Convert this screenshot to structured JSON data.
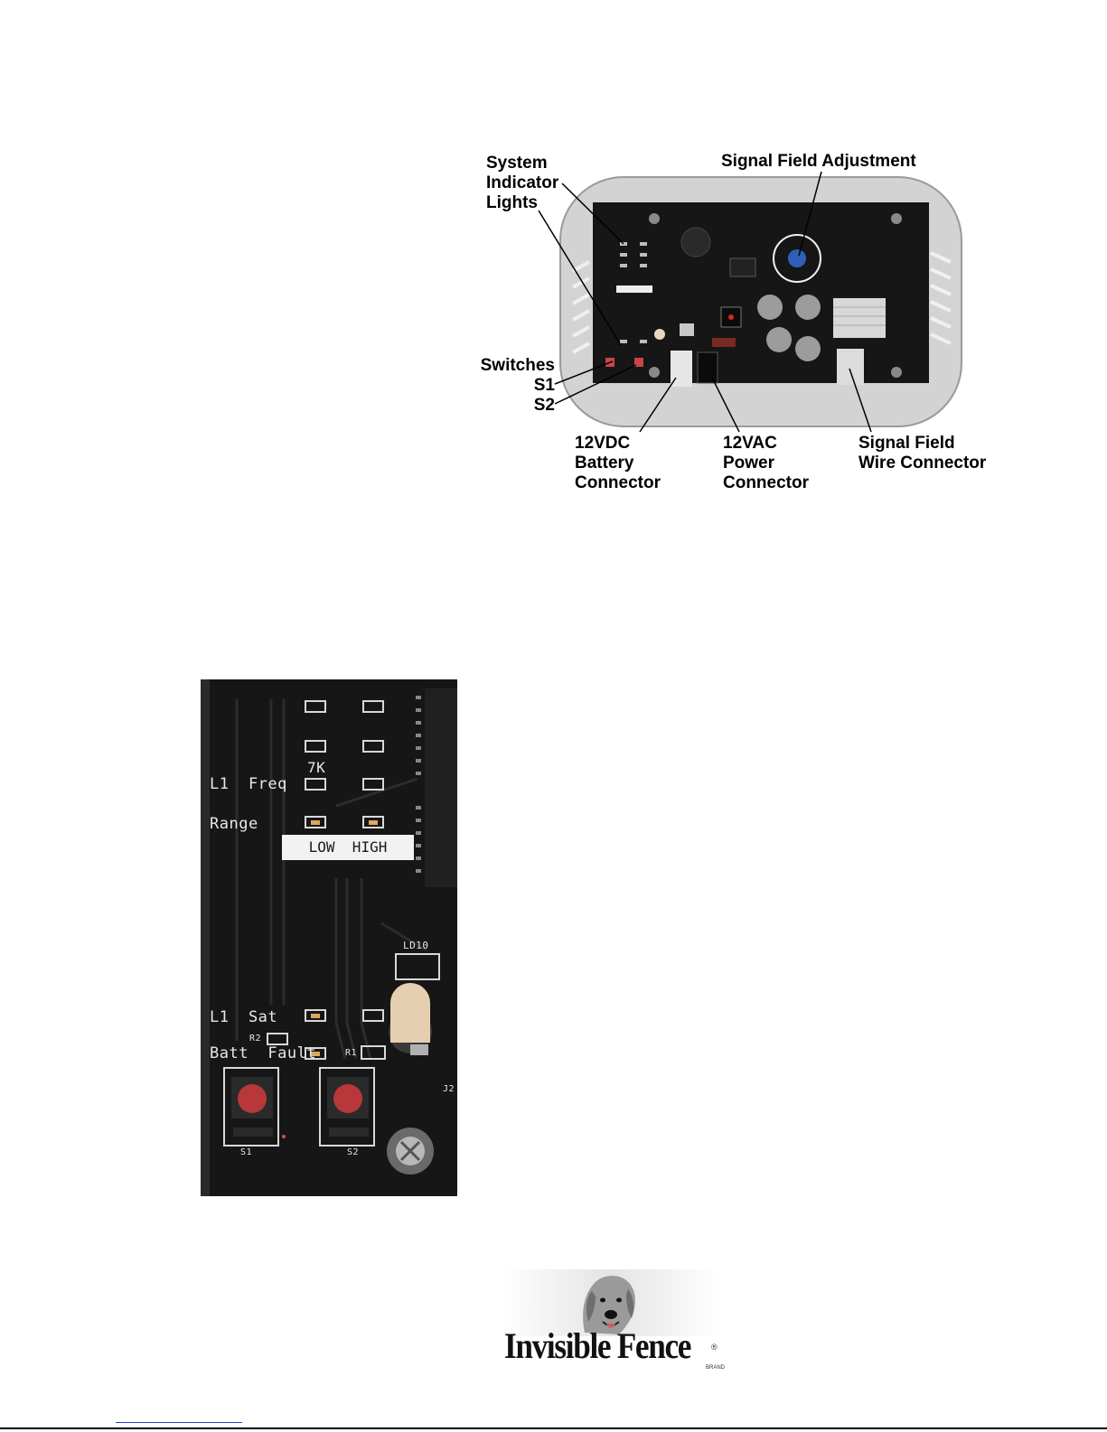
{
  "top_figure": {
    "callouts": {
      "system_indicator_lights": [
        "System",
        "Indicator",
        "Lights"
      ],
      "signal_field_adjustment": "Signal Field Adjustment",
      "switches": [
        "Switches",
        "S1",
        "S2"
      ],
      "battery_connector": [
        "12VDC",
        "Battery",
        "Connector"
      ],
      "power_connector": [
        "12VAC",
        "Power",
        "Connector"
      ],
      "wire_connector": [
        "Signal Field",
        "Wire Connector"
      ]
    }
  },
  "closeup_figure": {
    "labels": {
      "freq_value": "7K",
      "l1_freq": "L1  Freq",
      "range": "Range",
      "low_high": "LOW  HIGH",
      "ld10": "LD10",
      "l1_sat": "L1  Sat",
      "r2": "R2",
      "batt_fault": "Batt  Fault",
      "r1": "R1",
      "s1": "S1",
      "s2": "S2",
      "j2": "J2"
    }
  },
  "logo": {
    "name": "Invisible Fence",
    "registered": "®",
    "brand": "BRAND"
  },
  "colors": {
    "pcb": "#161616",
    "housing": "#cfcfcf",
    "button_red": "#b8383a",
    "adjust_blue": "#2f5fb8",
    "footer_link": "#2b3fd6"
  }
}
